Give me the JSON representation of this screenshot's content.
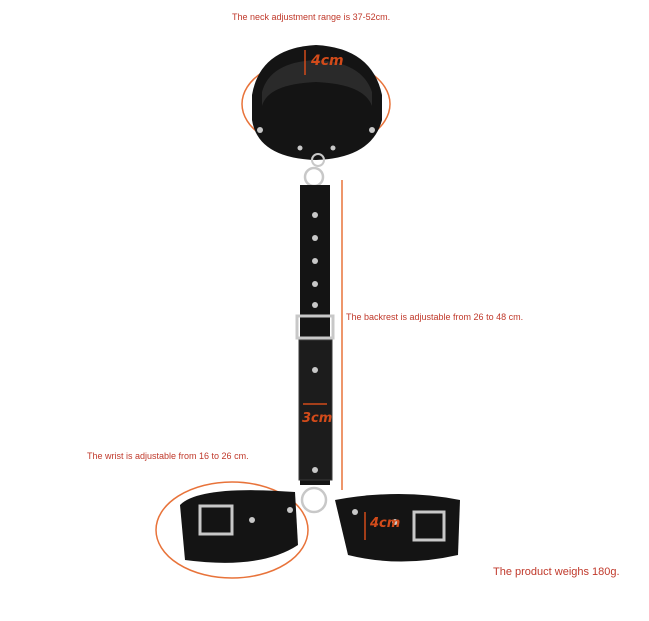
{
  "annotations": {
    "neck_range": "The neck adjustment range is 37-52cm.",
    "backrest": "The backrest is adjustable from 26 to 48 cm.",
    "wrist": "The wrist is adjustable from 16 to 26 cm.",
    "weight": "The product weighs 180g."
  },
  "measurements": {
    "collar_width": "4cm",
    "strap_width": "3cm",
    "cuff_width": "4cm"
  },
  "colors": {
    "annotation_text": "#c0392b",
    "accent_line": "#e8733a",
    "leather": "#141414",
    "metal": "#c8c8c8"
  }
}
